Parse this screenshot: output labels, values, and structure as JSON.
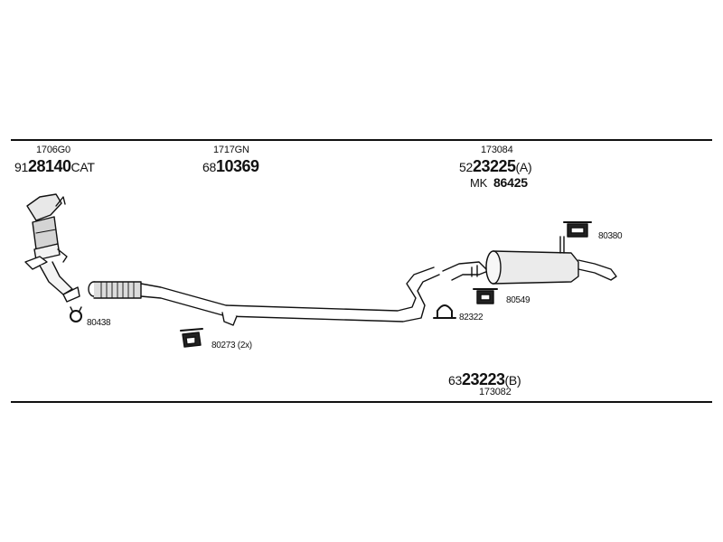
{
  "groups": [
    {
      "code": "1706G0",
      "part": {
        "prefix": "91",
        "main": "28140",
        "suffix": "CAT"
      }
    },
    {
      "code": "1717GN",
      "part": {
        "prefix": "68",
        "main": "10369",
        "suffix": ""
      }
    },
    {
      "code": "173084",
      "part": {
        "prefix": "52",
        "main": "23225",
        "suffix": "(A)"
      },
      "mk": {
        "label": "MK",
        "number": "86425"
      }
    },
    {
      "code": "173082",
      "part": {
        "prefix": "63",
        "main": "23223",
        "suffix": "(B)"
      }
    }
  ],
  "accessories": [
    {
      "number": "80438"
    },
    {
      "number": "80273 (2x)"
    },
    {
      "number": "82322"
    },
    {
      "number": "80549"
    },
    {
      "number": "80380"
    }
  ]
}
